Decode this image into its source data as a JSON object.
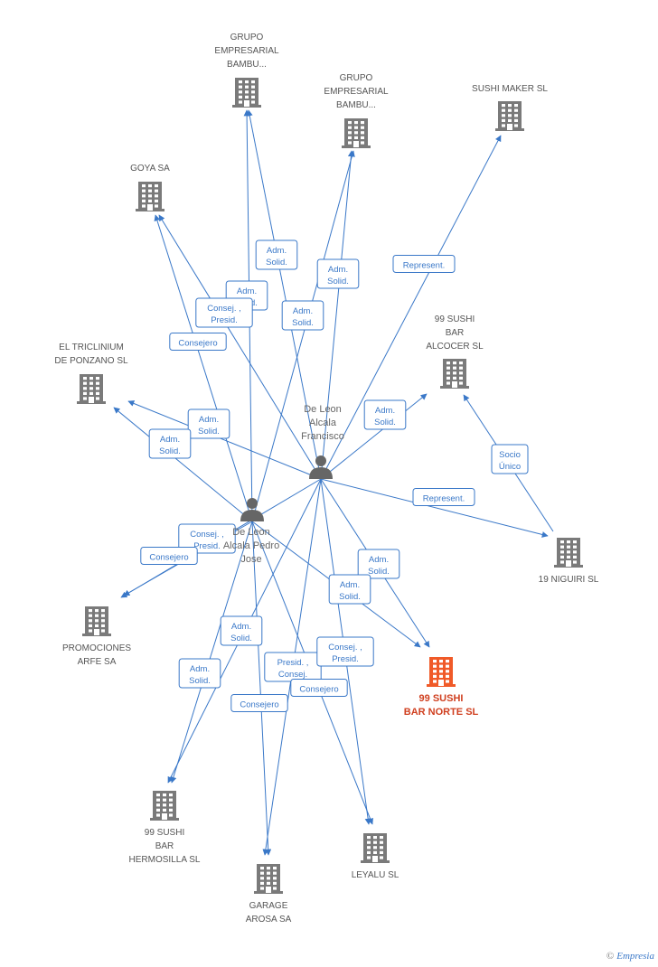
{
  "colors": {
    "edge": "#3a78c8",
    "building": "#7a7a7a",
    "building_highlight": "#f05a28",
    "label_box_border": "#3a78c8"
  },
  "companies": [
    {
      "id": "gemp1",
      "lines": [
        "GRUPO",
        "EMPRESARIAL",
        "BAMBU..."
      ],
      "icon": "building-icon",
      "highlight": false
    },
    {
      "id": "gemp2",
      "lines": [
        "GRUPO",
        "EMPRESARIAL",
        "BAMBU..."
      ],
      "icon": "building-icon",
      "highlight": false
    },
    {
      "id": "sushimaker",
      "lines": [
        "SUSHI MAKER SL"
      ],
      "icon": "building-icon",
      "highlight": false
    },
    {
      "id": "goya",
      "lines": [
        "GOYA SA"
      ],
      "icon": "building-icon",
      "highlight": false
    },
    {
      "id": "triclinium",
      "lines": [
        "EL TRICLINIUM",
        "DE PONZANO SL"
      ],
      "icon": "building-icon",
      "highlight": false
    },
    {
      "id": "alcocer",
      "lines": [
        "99 SUSHI",
        "BAR",
        "ALCOCER  SL"
      ],
      "icon": "building-icon",
      "highlight": false
    },
    {
      "id": "niguiri",
      "lines": [
        "19 NIGUIRI SL"
      ],
      "icon": "building-icon",
      "highlight": false
    },
    {
      "id": "arfe",
      "lines": [
        "PROMOCIONES",
        "ARFE SA"
      ],
      "icon": "building-icon",
      "highlight": false
    },
    {
      "id": "norte",
      "lines": [
        "99 SUSHI",
        "BAR NORTE SL"
      ],
      "icon": "building-icon",
      "highlight": true
    },
    {
      "id": "hermosilla",
      "lines": [
        "99 SUSHI",
        "BAR",
        "HERMOSILLA SL"
      ],
      "icon": "building-icon",
      "highlight": false
    },
    {
      "id": "leyalu",
      "lines": [
        "LEYALU SL"
      ],
      "icon": "building-icon",
      "highlight": false
    },
    {
      "id": "garage",
      "lines": [
        "GARAGE",
        "AROSA SA"
      ],
      "icon": "building-icon",
      "highlight": false
    }
  ],
  "persons": [
    {
      "id": "francisco",
      "lines": [
        "De Leon",
        "Alcala",
        "Francisco"
      ],
      "icon": "person-icon"
    },
    {
      "id": "pedro",
      "lines": [
        "De Leon",
        "Alcala Pedro",
        "Jose"
      ],
      "icon": "person-icon"
    }
  ],
  "edge_labels": [
    {
      "id": "l1",
      "lines": [
        "Adm.",
        "Solid."
      ]
    },
    {
      "id": "l2",
      "lines": [
        "Adm.",
        "Solid."
      ]
    },
    {
      "id": "l3",
      "lines": [
        "Adm.",
        "Solid."
      ]
    },
    {
      "id": "l4",
      "lines": [
        "Adm.",
        "Solid."
      ]
    },
    {
      "id": "l5",
      "lines": [
        "Consej. ,",
        "Presid."
      ]
    },
    {
      "id": "l6",
      "lines": [
        "Consejero"
      ]
    },
    {
      "id": "l7",
      "lines": [
        "Represent."
      ]
    },
    {
      "id": "l8",
      "lines": [
        "Adm.",
        "Solid."
      ]
    },
    {
      "id": "l9",
      "lines": [
        "Adm.",
        "Solid."
      ]
    },
    {
      "id": "l10",
      "lines": [
        "Adm.",
        "Solid."
      ]
    },
    {
      "id": "l11",
      "lines": [
        "Socio",
        "Único"
      ]
    },
    {
      "id": "l12",
      "lines": [
        "Represent."
      ]
    },
    {
      "id": "l13",
      "lines": [
        "Consej. ,",
        "Presid."
      ]
    },
    {
      "id": "l14",
      "lines": [
        "Consejero"
      ]
    },
    {
      "id": "l15",
      "lines": [
        "Adm.",
        "Solid."
      ]
    },
    {
      "id": "l16",
      "lines": [
        "Adm.",
        "Solid."
      ]
    },
    {
      "id": "l17",
      "lines": [
        "Adm.",
        "Solid."
      ]
    },
    {
      "id": "l18",
      "lines": [
        "Adm.",
        "Solid."
      ]
    },
    {
      "id": "l19",
      "lines": [
        "Presid. ,",
        "Consej."
      ]
    },
    {
      "id": "l20",
      "lines": [
        "Consej. ,",
        "Presid."
      ]
    },
    {
      "id": "l21",
      "lines": [
        "Consejero"
      ]
    },
    {
      "id": "l22",
      "lines": [
        "Consejero"
      ]
    }
  ],
  "brand": {
    "copyright": "©",
    "name": "Empresia"
  }
}
